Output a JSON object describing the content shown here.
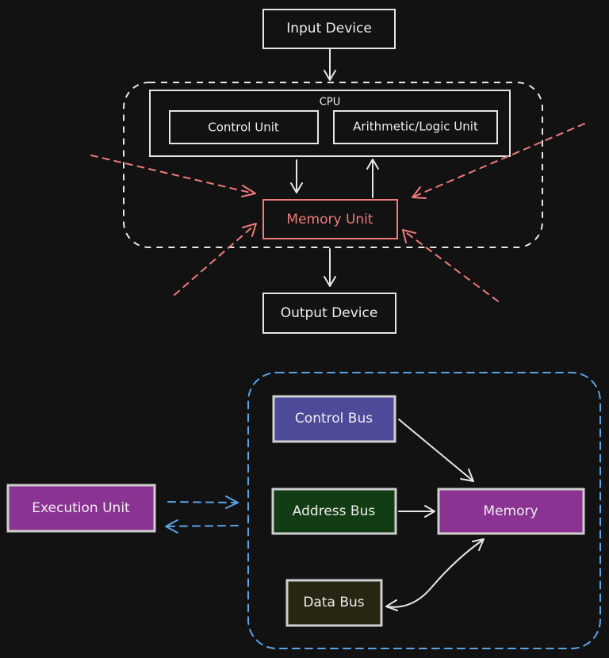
{
  "top_diagram": {
    "input_device": "Input Device",
    "cpu": {
      "label": "CPU",
      "control_unit": "Control Unit",
      "alu": "Arithmetic/Logic Unit"
    },
    "memory_unit": "Memory Unit",
    "output_device": "Output Device"
  },
  "bottom_diagram": {
    "execution_unit": "Execution Unit",
    "control_bus": "Control Bus",
    "address_bus": "Address Bus",
    "data_bus": "Data Bus",
    "memory": "Memory"
  },
  "colors": {
    "background": "#121212",
    "stroke": "#e6e6e6",
    "memory_unit_accent": "#f07b7b",
    "blue_dashed": "#5aa3e6",
    "control_bus_fill": "#4e4a9a",
    "address_bus_fill": "#123d14",
    "data_bus_fill": "#262612",
    "memory_fill": "#8b3393",
    "execution_unit_fill": "#8b3393"
  }
}
